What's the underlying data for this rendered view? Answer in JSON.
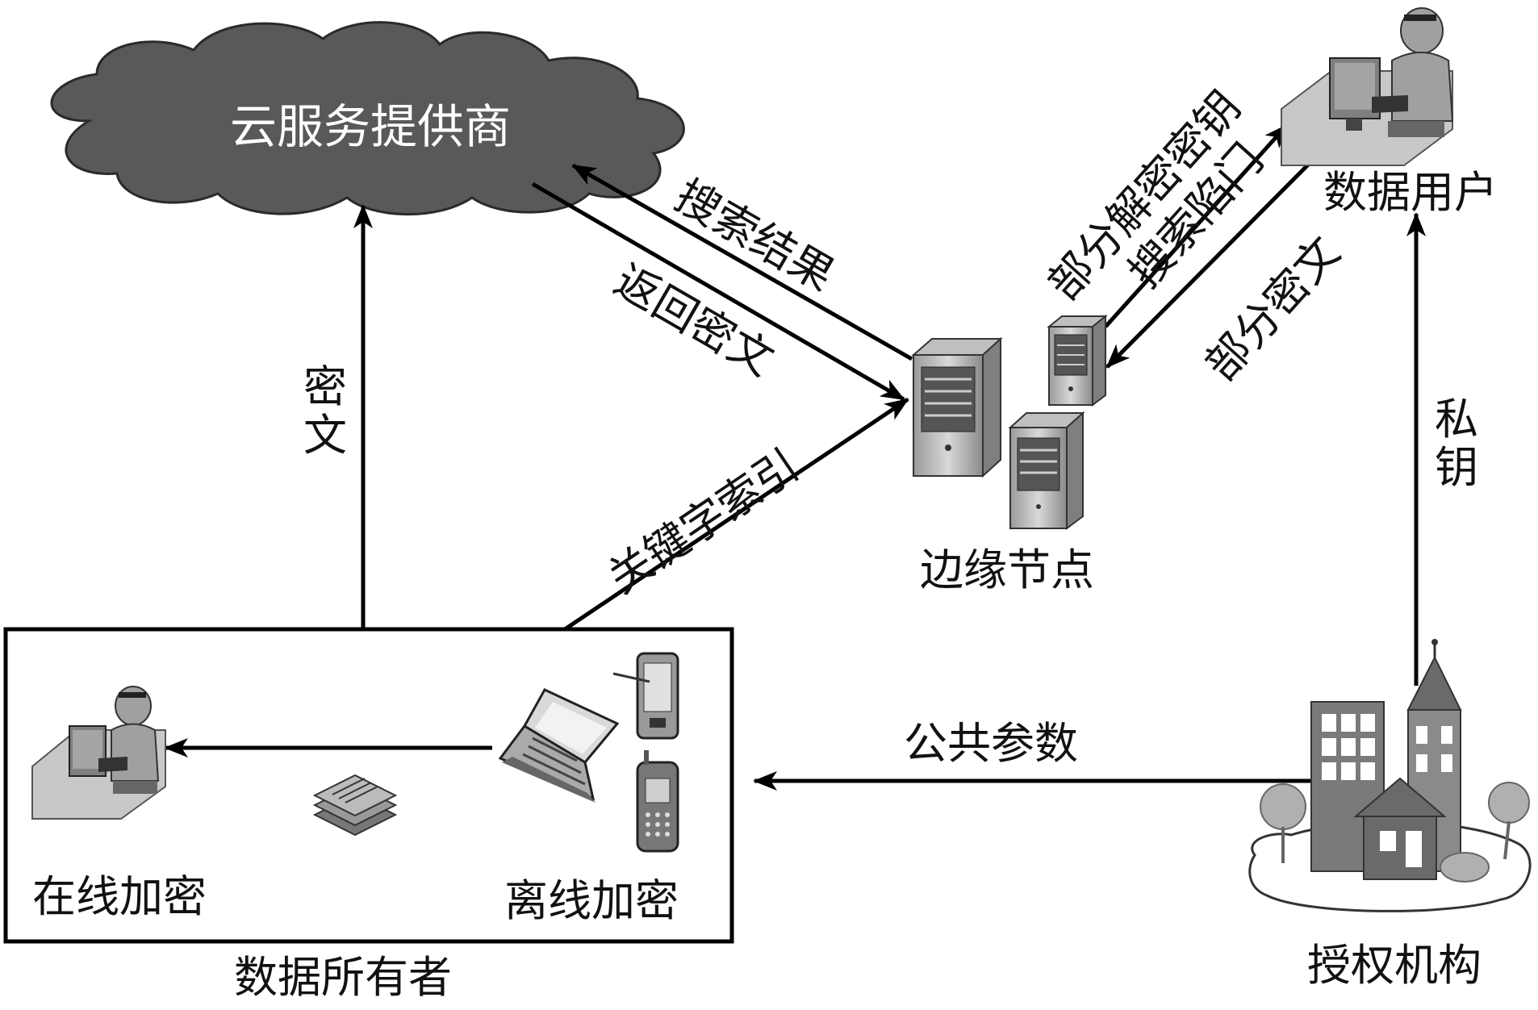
{
  "nodes": {
    "cloud": "云服务提供商",
    "data_user": "数据用户",
    "edge_node": "边缘节点",
    "data_owner": "数据所有者",
    "online_encrypt": "在线加密",
    "offline_encrypt": "离线加密",
    "authority": "授权机构"
  },
  "edges": {
    "ciphertext": "密文",
    "search_result": "搜索结果",
    "return_ciphertext": "返回密文",
    "keyword_index": "关键字索引",
    "partial_decrypt_key": "部分解密密钥",
    "search_trapdoor": "搜索陷门",
    "partial_ciphertext": "部分密文",
    "private_key": "私钥",
    "public_params": "公共参数"
  },
  "icons": [
    "cloud-icon",
    "user-at-computer-icon",
    "server-icon",
    "laptop-icon",
    "pda-icon",
    "mobile-phone-icon",
    "documents-icon",
    "authority-buildings-icon"
  ]
}
